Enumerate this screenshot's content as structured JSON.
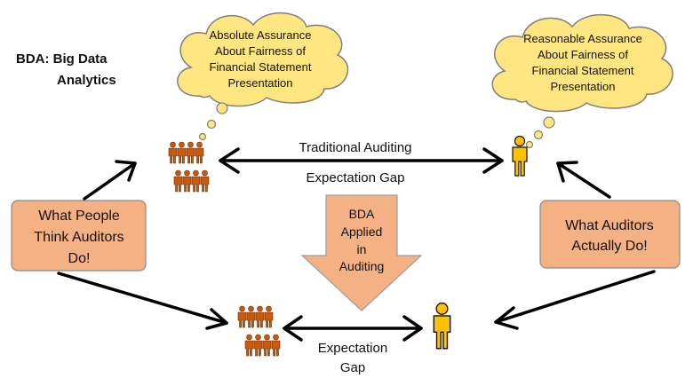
{
  "legend": {
    "line1": "BDA: Big Data",
    "line2": "Analytics"
  },
  "clouds": {
    "left": [
      "Absolute Assurance",
      "About Fairness of",
      "Financial Statement",
      "Presentation"
    ],
    "right": [
      "Reasonable Assurance",
      "About Fairness of",
      "Financial Statement",
      "Presentation"
    ]
  },
  "top_arrow": {
    "label_above": "Traditional Auditing",
    "label_below": "Expectation Gap"
  },
  "bottom_arrow": {
    "label_line1": "Expectation",
    "label_line2": "Gap"
  },
  "center_arrow": [
    "BDA",
    "Applied",
    "in",
    "Auditing"
  ],
  "boxes": {
    "left": [
      "What People",
      "Think Auditors",
      "Do!"
    ],
    "right": [
      "What Auditors",
      "Actually Do!"
    ]
  },
  "colors": {
    "cloud_fill": "#FFE680",
    "box_fill": "#F4B183",
    "people_fill": "#C55A11",
    "auditor_fill": "#FFC000"
  }
}
